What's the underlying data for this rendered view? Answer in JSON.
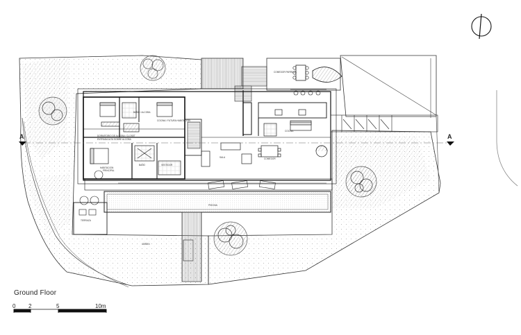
{
  "drawing": {
    "title": "Ground Floor",
    "scale_labels": [
      "0",
      "2",
      "5",
      "10m"
    ]
  },
  "section_marker": {
    "label": "A"
  },
  "room_labels": {
    "dormitorio_principal": "DORMITORIO DE ALCOBA / CLOSET",
    "dormitorio_principal_note": "ENTRADA ALTA SOBRE ALCOBA",
    "habitacion_1": "BAÑO / ALCOBA",
    "habitacion_2": "COCINA / FUTURA HABITACION",
    "habitacion": "HABITACION",
    "habitacion_note": "PRINCIPAL",
    "bano": "BAÑO",
    "vestidor": "VESTIDOR",
    "cocina": "COCINA",
    "comedor": "COMEDOR",
    "sala": "SALA",
    "comedor_parrilla": "COMEDOR PARRILLA",
    "piscina": "PISCINA",
    "terraza": "TERRAZA",
    "jardin": "JARDIN"
  },
  "colors": {
    "line": "#1a1a1a",
    "hatch": "#777777",
    "tree": "#555555"
  }
}
